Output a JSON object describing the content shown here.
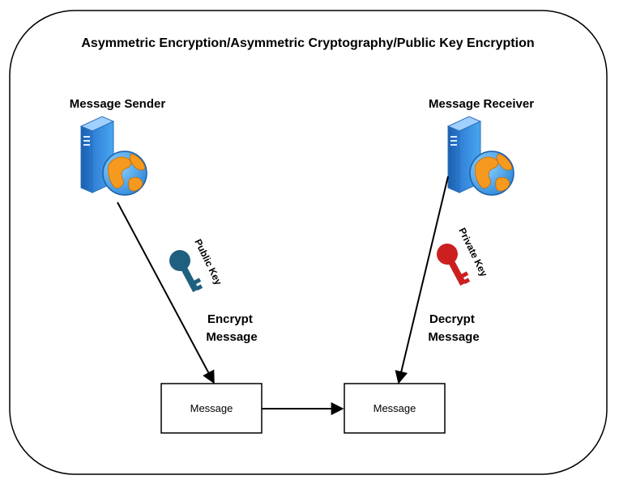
{
  "title": "Asymmetric Encryption/Asymmetric Cryptography/Public Key Encryption",
  "sender": {
    "label": "Message Sender",
    "icon": "server-globe-icon"
  },
  "receiver": {
    "label": "Message Receiver",
    "icon": "server-globe-icon"
  },
  "public_key": {
    "label": "Public Key",
    "color": "#1f5f7f",
    "icon": "key-icon"
  },
  "private_key": {
    "label": "Private Key",
    "color": "#cc1f1f",
    "icon": "key-icon"
  },
  "encrypt_action": {
    "line1": "Encrypt",
    "line2": "Message"
  },
  "decrypt_action": {
    "line1": "Decrypt",
    "line2": "Message"
  },
  "message_box_left": {
    "label": "Message"
  },
  "message_box_right": {
    "label": "Message"
  }
}
